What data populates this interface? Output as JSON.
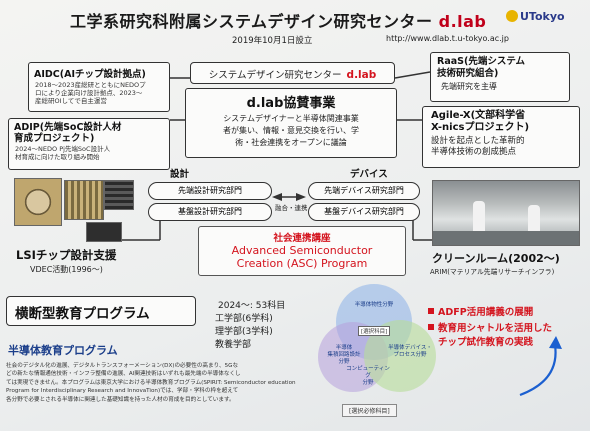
{
  "header": {
    "title_main": "工学系研究科附属システムデザイン研究センター",
    "title_lab": "d.lab",
    "logo_text": "UTokyo",
    "date": "2019年10月1日設立",
    "url": "http://www.dlab.t.u-tokyo.ac.jp"
  },
  "aidc": {
    "title": "AIDC(AIチップ設計拠点)",
    "line1": "2018～2023産総研とともにNEDOプ",
    "line2": "ロにより企業向け設計拠点、2023～",
    "line3": "産総研OIしてで自主運営"
  },
  "adip": {
    "title1": "ADIP(先端SoC設計人材",
    "title2": "育成プロジェクト)",
    "line1": "2024～NEDO Pj先端SoC設計人",
    "line2": "材育成に向けた取り組み開始"
  },
  "lsi": {
    "title": "LSIチップ設計支援",
    "sub": "VDEC活動(1996～)"
  },
  "center_banner": {
    "text": "システムデザイン研究センター",
    "lab": "d.lab"
  },
  "consortium": {
    "title": "d.lab協賛事業",
    "line1": "システムデザイナーと半導体関連事業",
    "line2": "者が集い、情報・意見交換を行い、学",
    "line3": "術・社会連携をオープンに議論"
  },
  "raas": {
    "title1": "RaaS(先端システム",
    "title2": "技術研究組合)",
    "sub": "先端研究を主導"
  },
  "agilex": {
    "title1": "Agile-X(文部科学省",
    "title2": "X-nicsプロジェクト)",
    "line1": "設計を起点とした革新的",
    "line2": "半導体技術の創成拠点"
  },
  "design": {
    "label": "設計",
    "dept1": "先端設計研究部門",
    "dept2": "基盤設計研究部門"
  },
  "device": {
    "label": "デバイス",
    "dept1": "先端デバイス研究部門",
    "dept2": "基盤デバイス研究部門"
  },
  "fusion": "融合・連携",
  "asc": {
    "title": "社会連携講座",
    "line1": "Advanced Semiconductor",
    "line2": "Creation (ASC) Program"
  },
  "cleanroom": {
    "title": "クリーンルーム(2002～)",
    "sub": "ARIM(マテリアル先端リサーチインフラ)"
  },
  "education": {
    "title": "横断型教育プログラム",
    "stat1": "2024～: 53科目",
    "stat2": "工学部(6学科)",
    "stat3": "理学部(3学科)",
    "stat4": "教養学部",
    "program_title": "半導体教育プログラム",
    "desc1": "社会のデジタル化の進展、デジタルトランスフォーメーション(DX)の必要性の高まり、5Gな",
    "desc2": "どの新たな情報通信技術・インフラ整備の進展、AI関連技術はいずれも最先端の半導体なくし",
    "desc3": "ては実現できません。本プログラムは東京大学における半導体教育プログラム(SPIRIT: Semiconductor education",
    "desc4": "Program for Interdisciplinary Research and InnovaTion)では、学部・学科の枠を超えて",
    "desc5": "各分野で必要とされる半導体に関連した基礎知識を持った人材の育成を目的としています。"
  },
  "venn": {
    "c1": "半導体物性分野",
    "c2a": "半導体",
    "c2b": "集積回路設計",
    "c2c": "分野",
    "c3a": "半導体デバイス・",
    "c3b": "プロセス分野",
    "c4a": "コンピューティング",
    "c4b": "分野",
    "elective": "[選択科目]",
    "required": "[選択必修科目]"
  },
  "highlights": {
    "item1": "ADFP活用講義の展開",
    "item2a": "教育用シャトルを活用した",
    "item2b": "チップ試作教育の実践"
  },
  "colors": {
    "accent_red": "#d4141e",
    "navy": "#1b3e8a",
    "venn_blue": "#8ab0e8",
    "venn_purple": "#b6a0dc",
    "venn_green": "#b8dc9a"
  }
}
